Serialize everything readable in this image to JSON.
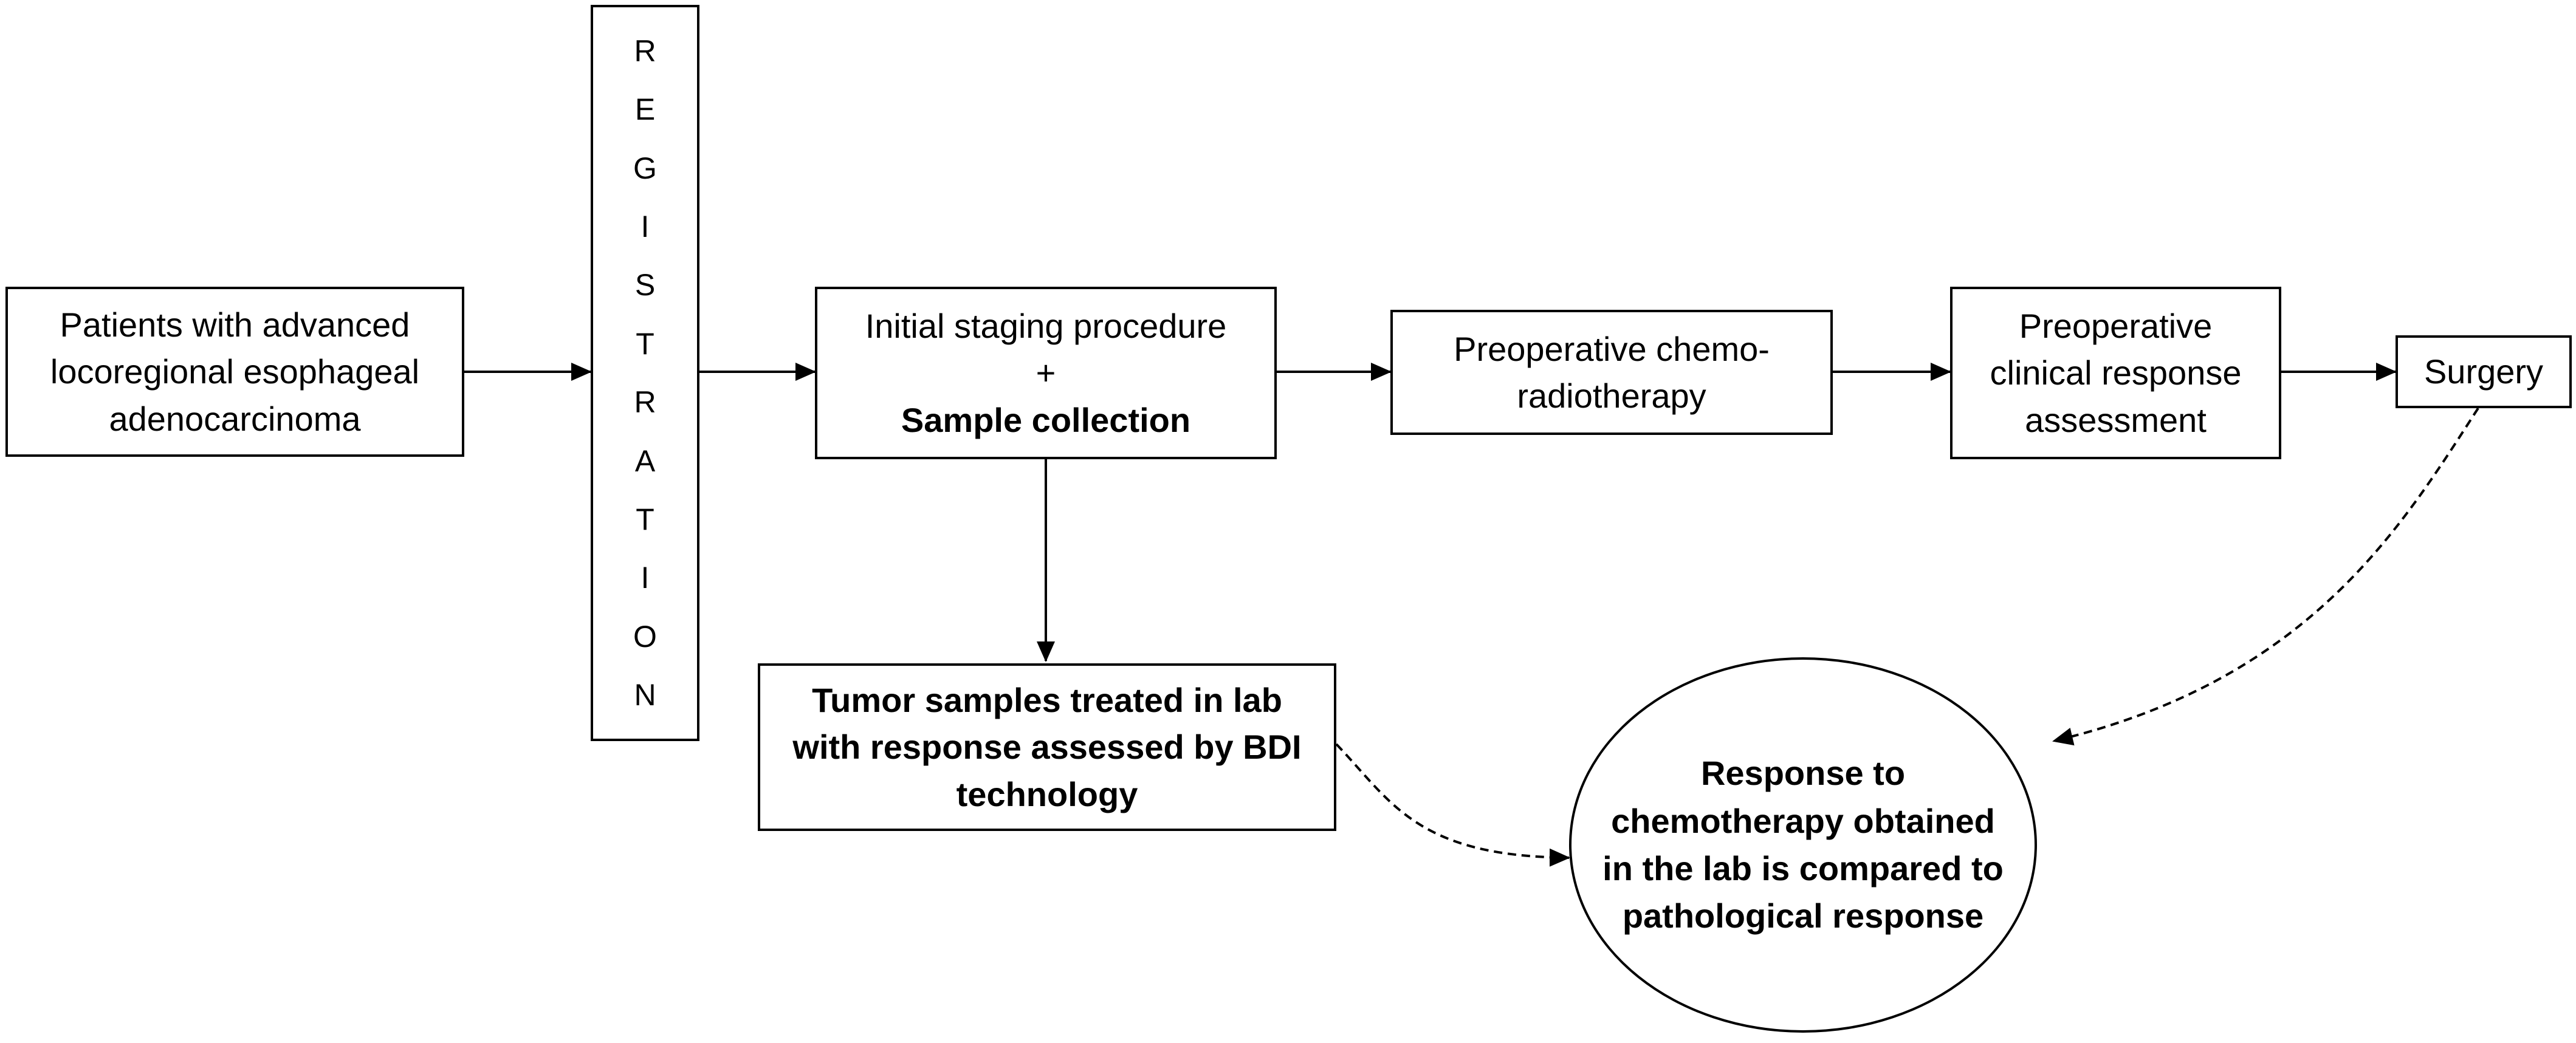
{
  "diagram": {
    "patients_box": {
      "lines": [
        "Patients with advanced",
        "locoregional esophageal",
        "adenocarcinoma"
      ]
    },
    "registration_bar": {
      "letters": [
        "R",
        "E",
        "G",
        "I",
        "S",
        "T",
        "R",
        "A",
        "T",
        "I",
        "O",
        "N"
      ]
    },
    "staging_box": {
      "line1": "Initial staging procedure",
      "line2": "+",
      "line3": "Sample collection"
    },
    "chemo_box": {
      "lines": [
        "Preoperative chemo-",
        "radiotherapy"
      ]
    },
    "clinical_box": {
      "lines": [
        "Preoperative",
        "clinical response",
        "assessment"
      ]
    },
    "surgery_box": {
      "label": "Surgery"
    },
    "tumor_box": {
      "lines": [
        "Tumor samples treated in lab",
        "with response assessed by BDI",
        "technology"
      ]
    },
    "response_ellipse": {
      "lines": [
        "Response to",
        "chemotherapy obtained",
        "in the lab is compared to",
        "pathological response"
      ]
    }
  }
}
